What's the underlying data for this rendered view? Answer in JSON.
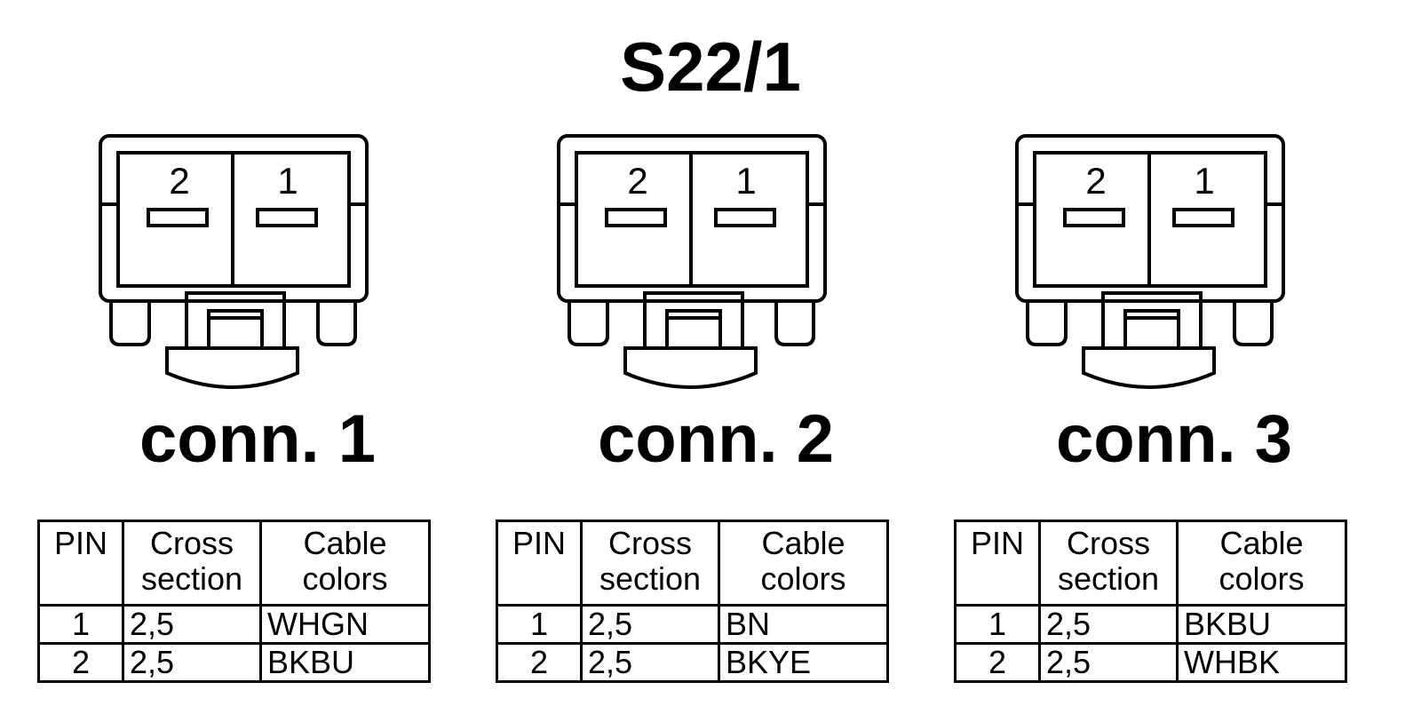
{
  "title": "S22/1",
  "connectors": [
    {
      "label": "conn. 1",
      "pin_labels": [
        "2",
        "1"
      ],
      "table": {
        "headers": [
          "PIN",
          "Cross section",
          "Cable colors"
        ],
        "rows": [
          {
            "pin": "1",
            "cross_section": "2,5",
            "color": "WHGN"
          },
          {
            "pin": "2",
            "cross_section": "2,5",
            "color": "BKBU"
          }
        ]
      }
    },
    {
      "label": "conn. 2",
      "pin_labels": [
        "2",
        "1"
      ],
      "table": {
        "headers": [
          "PIN",
          "Cross section",
          "Cable colors"
        ],
        "rows": [
          {
            "pin": "1",
            "cross_section": "2,5",
            "color": "BN"
          },
          {
            "pin": "2",
            "cross_section": "2,5",
            "color": "BKYE"
          }
        ]
      }
    },
    {
      "label": "conn. 3",
      "pin_labels": [
        "2",
        "1"
      ],
      "table": {
        "headers": [
          "PIN",
          "Cross section",
          "Cable colors"
        ],
        "rows": [
          {
            "pin": "1",
            "cross_section": "2,5",
            "color": "BKBU"
          },
          {
            "pin": "2",
            "cross_section": "2,5",
            "color": "WHBK"
          }
        ]
      }
    }
  ]
}
